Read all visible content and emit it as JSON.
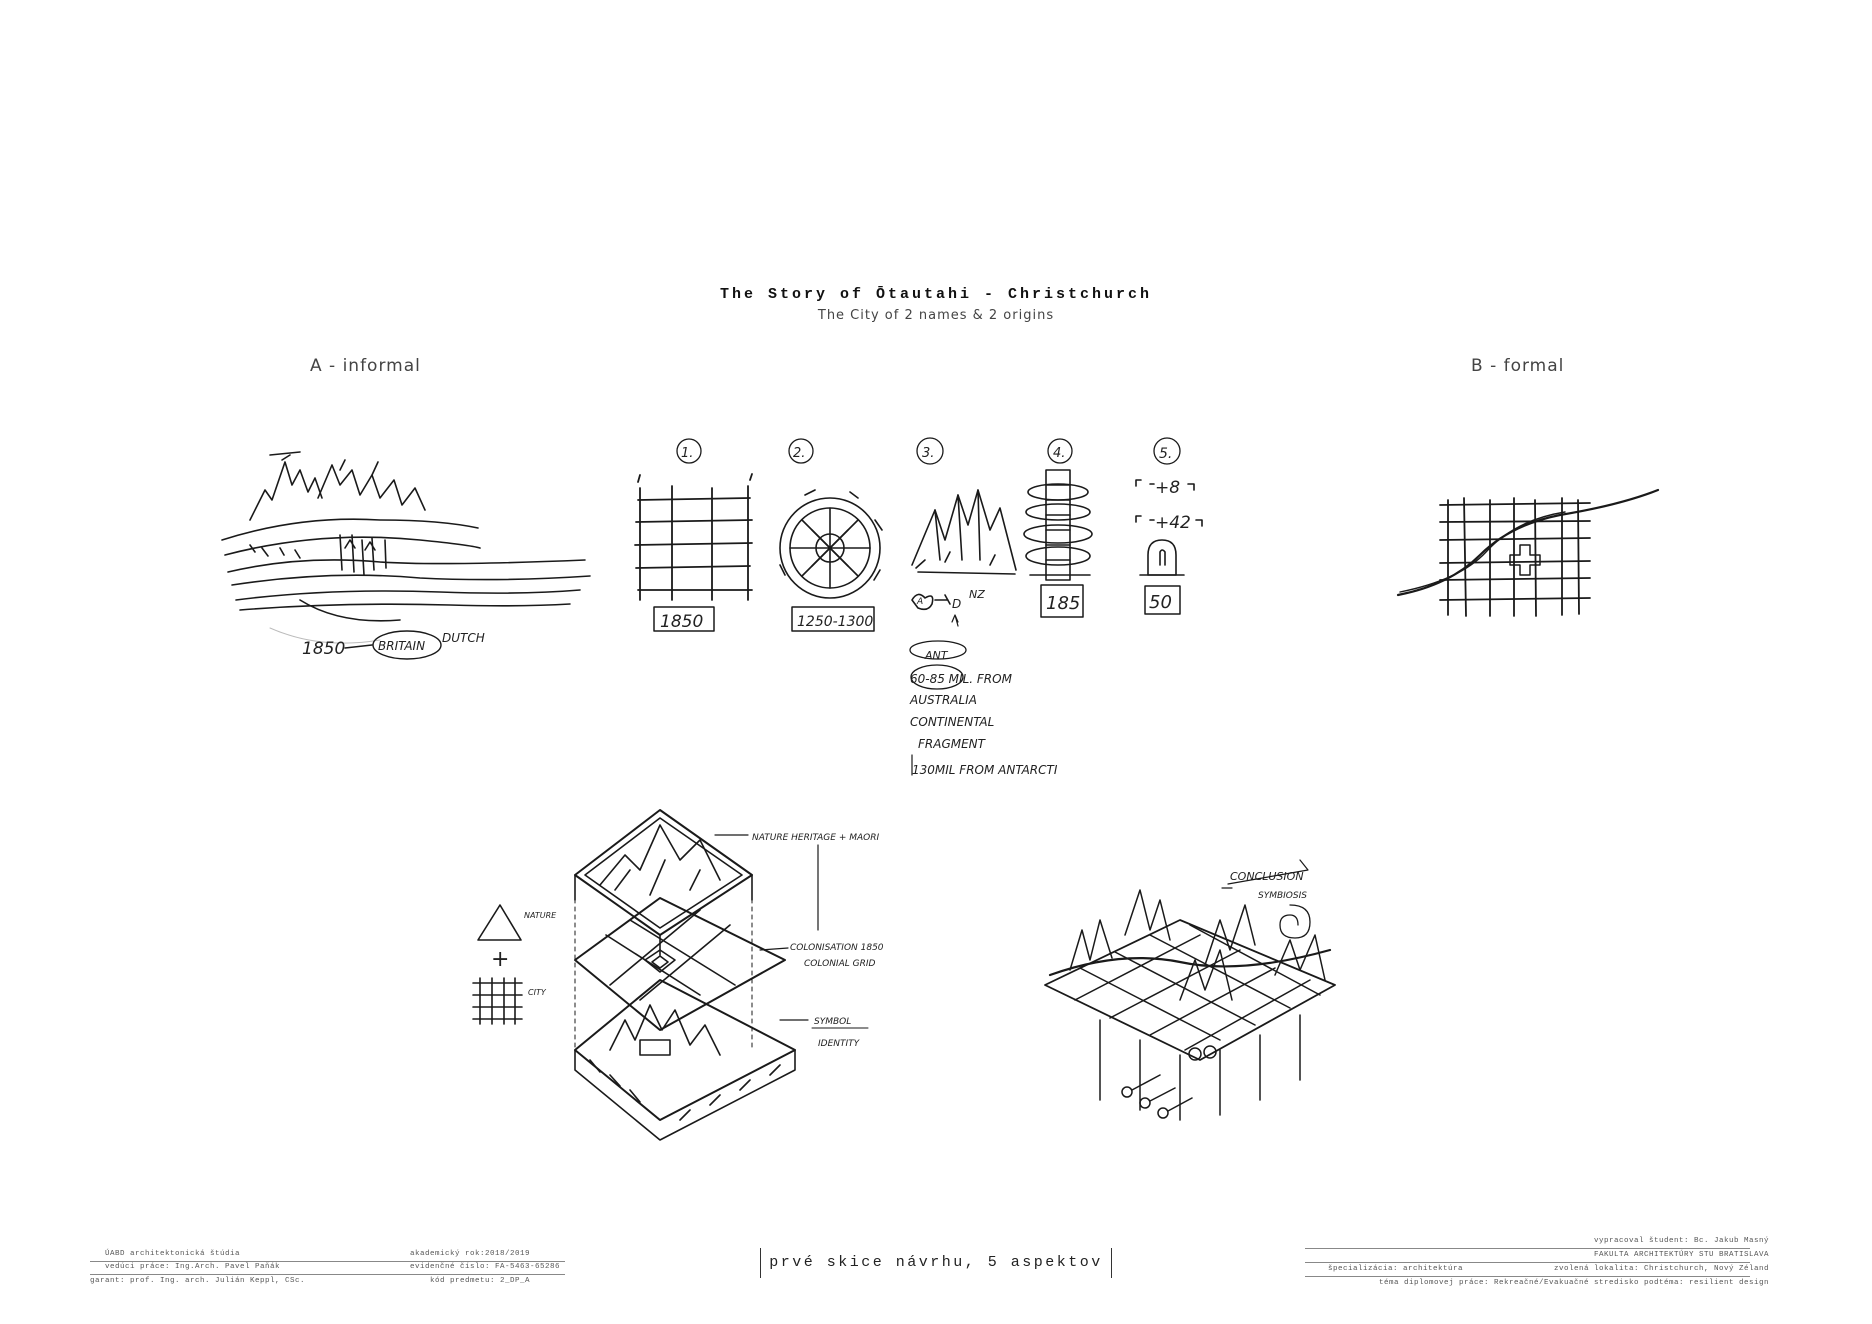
{
  "header": {
    "title": "The Story of Ōtautahi - Christchurch",
    "subtitle": "The City of 2 names & 2 origins"
  },
  "sections": {
    "a_label": "A - informal",
    "b_label": "B - formal"
  },
  "sketch_notes": {
    "aspect_numbers": [
      "1.",
      "2.",
      "3.",
      "4.",
      "5."
    ],
    "aspect1_year": "1850",
    "aspect2_years": "1250-1300",
    "aspect3_note_nz": "NZ",
    "aspect3_notes": [
      "ANT",
      "60-85 MIL. FROM",
      "AUSTRALIA",
      "CONTINENTAL",
      "FRAGMENT",
      "130MIL FROM ANTARCTI"
    ],
    "aspect4_value": "185",
    "aspect5_rows": [
      "+8",
      "+42"
    ],
    "aspect5_value": "50",
    "a_note_year": "1850",
    "a_note_britain": "BRITAIN",
    "a_note_dutch": "DUTCH",
    "layer_nature_heritage": "NATURE HERITAGE + MAORI",
    "layer_colonisation": "COLONISATION 1850",
    "layer_colonial_grid": "COLONIAL GRID",
    "layer_symbol": "SYMBOL",
    "layer_identity": "IDENTITY",
    "legend_nature": "NATURE",
    "legend_plus": "+",
    "legend_city": "CITY",
    "conclusion": "CONCLUSION",
    "symbiosis": "SYMBIOSIS"
  },
  "footer": {
    "left": {
      "row1_school": "ÚABD   architektonická  štúdia",
      "row1_year": "akademický rok:2018/2019",
      "row2_lead": "vedúci práce:  Ing.Arch. Pavel Paňák",
      "row2_number": "evidenčné číslo: FA-5463-65286",
      "row3_guarantor": "garant: prof. Ing. arch. Julián Keppl, CSc.",
      "row3_code": "kód predmetu: 2_DP_A"
    },
    "center_title": "prvé skice návrhu, 5 aspektov",
    "right": {
      "row1": "vypracoval študent: Bc. Jakub Masný",
      "row2": "FAKULTA ARCHITEKTÚRY STU BRATISLAVA",
      "row3_spec": "špecializácia:  architektúra",
      "row3_loc": "zvolená lokalita: Christchurch, Nový Zéland",
      "row4": "téma diplomovej práce: Rekreačné/Evakuačné stredisko  podtéma: resilient design"
    }
  }
}
